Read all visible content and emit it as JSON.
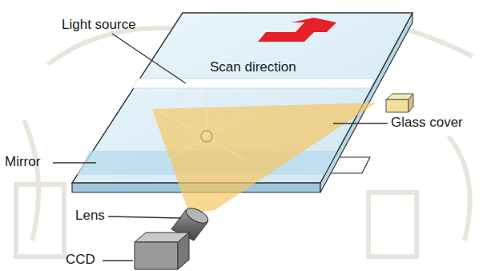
{
  "diagram": {
    "labels": [
      "Light source",
      "Scan direction",
      "Glass cover",
      "Mirror",
      "Lens",
      "CCD"
    ]
  }
}
